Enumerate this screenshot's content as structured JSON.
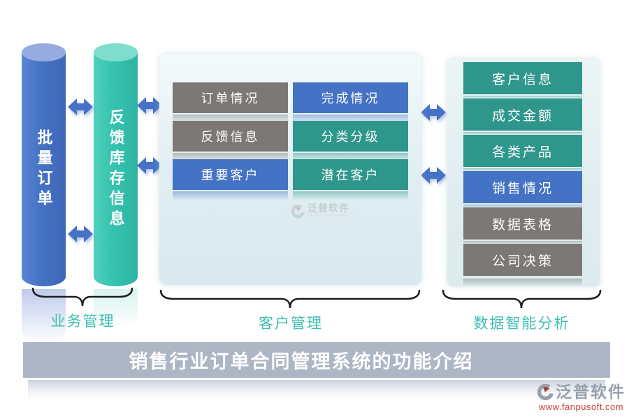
{
  "diagram": {
    "cylinders": [
      {
        "label": "批量订单"
      },
      {
        "label": "反馈库存信息"
      }
    ],
    "middle_buttons": [
      {
        "label": "订单情况",
        "variant": "gray"
      },
      {
        "label": "完成情况",
        "variant": "blue"
      },
      {
        "label": "反馈信息",
        "variant": "gray"
      },
      {
        "label": "分类分级",
        "variant": "teal"
      },
      {
        "label": "重要客户",
        "variant": "blue"
      },
      {
        "label": "潜在客户",
        "variant": "teal"
      }
    ],
    "right_buttons": [
      {
        "label": "客户信息",
        "variant": "teal"
      },
      {
        "label": "成交金额",
        "variant": "teal"
      },
      {
        "label": "各类产品",
        "variant": "teal"
      },
      {
        "label": "销售情况",
        "variant": "blue"
      },
      {
        "label": "数据表格",
        "variant": "gray"
      },
      {
        "label": "公司决策",
        "variant": "gray"
      }
    ],
    "groups": [
      {
        "label": "业务管理"
      },
      {
        "label": "客户管理"
      },
      {
        "label": "数据智能分析"
      }
    ],
    "banner_title": "销售行业订单合同管理系统的功能介绍",
    "watermark": {
      "name": "泛普软件",
      "subtitle": "FANPU SOFTWARE"
    },
    "logo": {
      "name": "泛普软件",
      "url": "www.fanpusoft.com"
    },
    "colors": {
      "block_blue": "#4472c4",
      "block_teal": "#2e968b",
      "block_gray": "#7b7876",
      "cylinder_blue": "#4472c4",
      "cylinder_teal": "#35c2af",
      "arrow_blue": "#4673c8",
      "group_label_teal": "#3fbfb2",
      "banner_bg": "#acb6c5",
      "logo_url_red": "#cc4430"
    }
  }
}
